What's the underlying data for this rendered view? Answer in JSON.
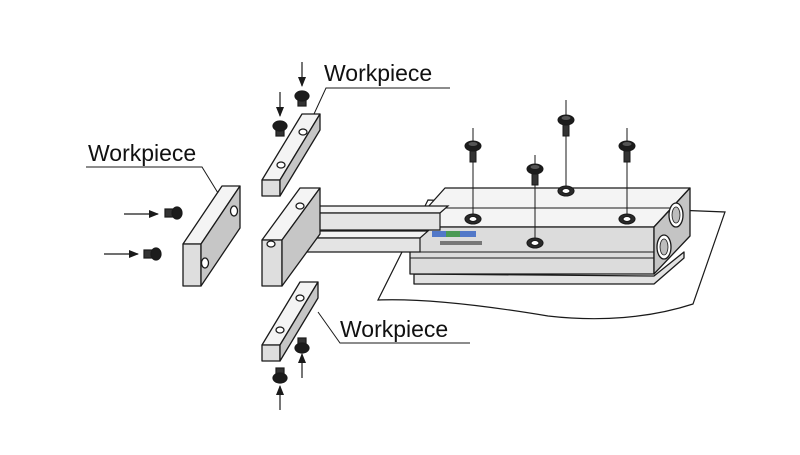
{
  "labels": {
    "workpiece_top": "Workpiece",
    "workpiece_left": "Workpiece",
    "workpiece_bottom": "Workpiece"
  },
  "colors": {
    "line": "#1a1a1a",
    "face_top": "#f4f4f4",
    "face_front": "#d9d9d9",
    "face_side": "#bdbdbd",
    "screw_head": "#1c1c1c",
    "accent_blue": "#3a66c4",
    "accent_green": "#4aa040"
  },
  "icons": [
    "screw-icon",
    "arrow-icon"
  ]
}
